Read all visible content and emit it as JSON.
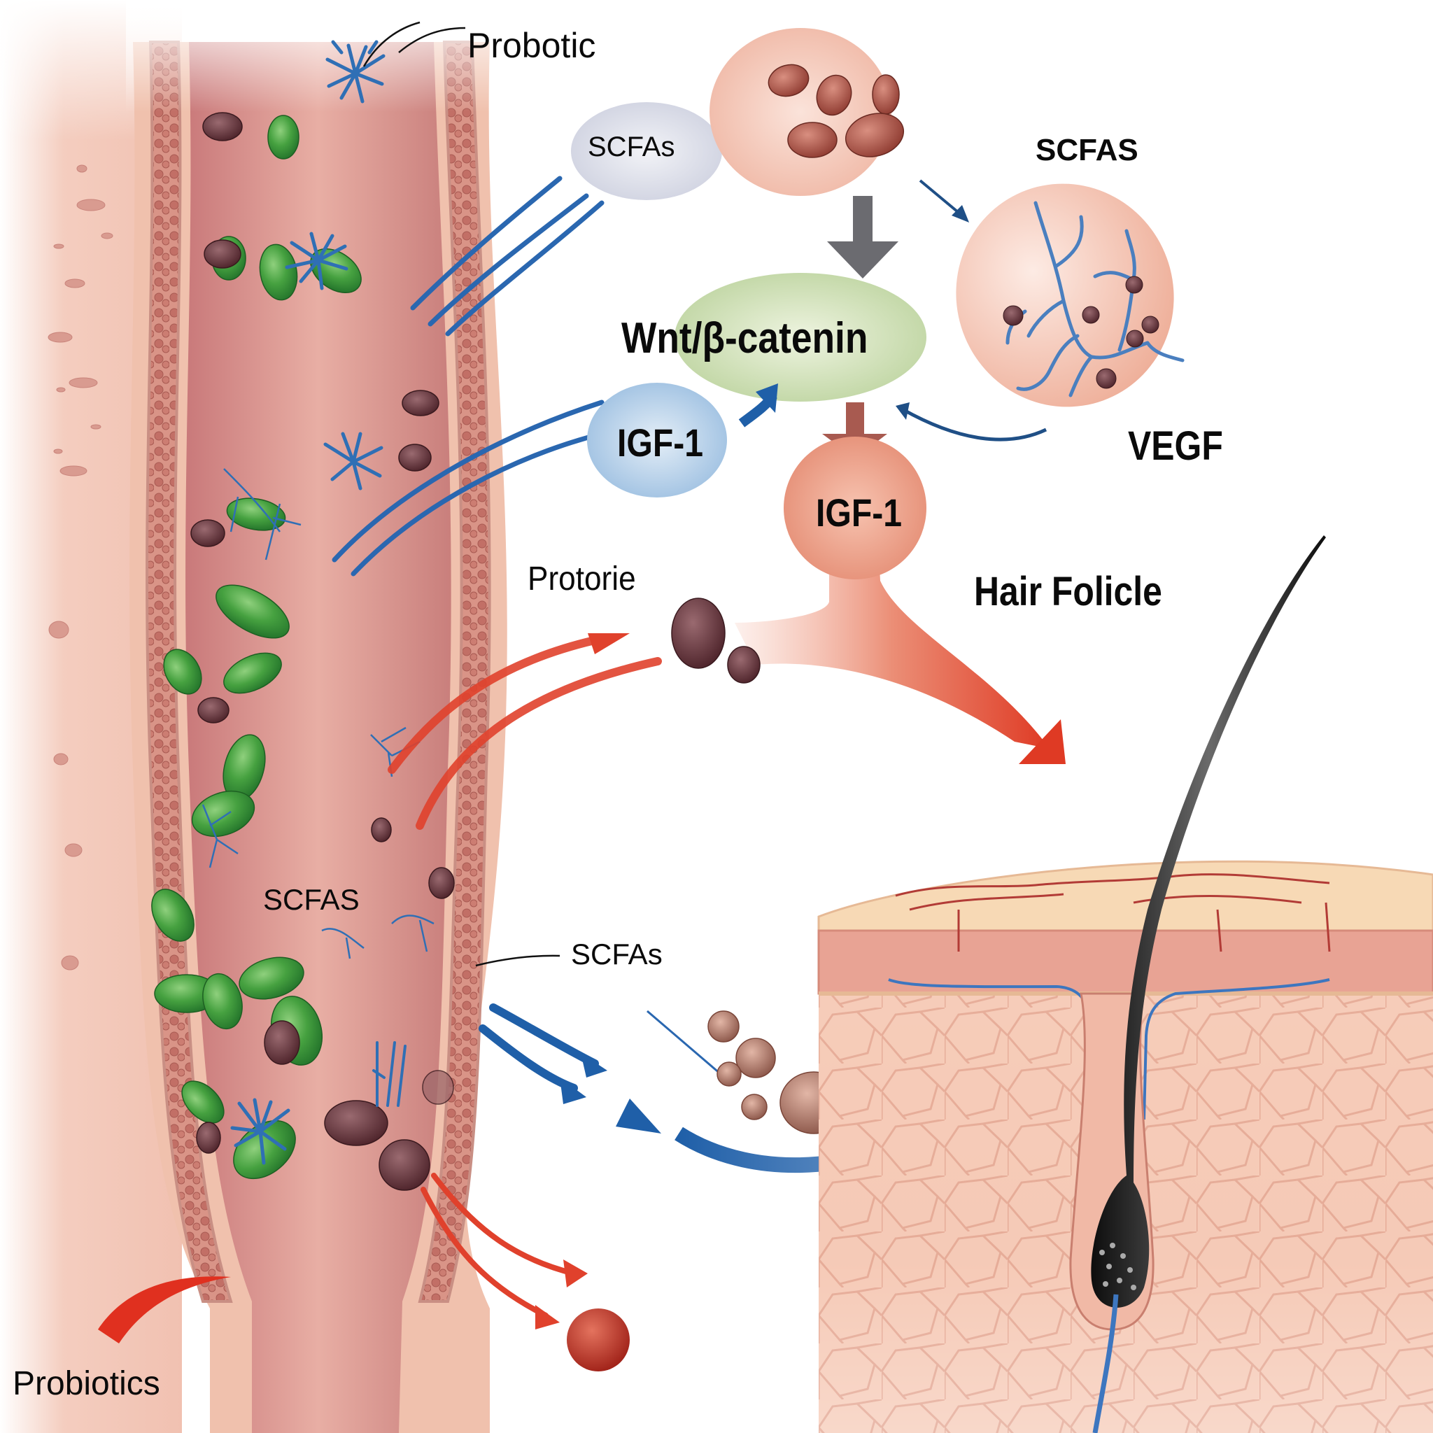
{
  "title": "Gut microbiome to hair follicle signaling pathway",
  "labels": {
    "probotic": "Probotic",
    "scfas_bubble": "SCFAs",
    "scfas_top_right": "SCFAS",
    "wnt": "Wnt/β-catenin",
    "igf1_blue": "IGF-1",
    "igf1_red": "IGF-1",
    "vegf": "VEGF",
    "protorie": "Protorie",
    "hair_follicle": "Hair Folicle",
    "scfas_lumen": "SCFAS",
    "scfas_wall": "SCFAs",
    "probiotics": "Probiotics"
  },
  "colors": {
    "gut_lumen": "#d9938c",
    "gut_wall": "#e8b7a4",
    "bacteria_green": "#3f9a3c",
    "bacteria_dark": "#6b3a40",
    "fibers_blue": "#2f6fb5",
    "arrow_red": "#e0412c",
    "arrow_blue": "#1f5fa8",
    "arrow_gray": "#6b6b70",
    "arrow_brown": "#a85a50",
    "wnt_node": "#c9ddb0",
    "igf_blue_node": "#b7cfe6",
    "igf_red_node": "#ec9f88",
    "scfas_node": "#d9dbe6",
    "cell_cluster": "#f4c4b4",
    "skin": "#f3c9b4",
    "hair": "#1a1a1a"
  }
}
